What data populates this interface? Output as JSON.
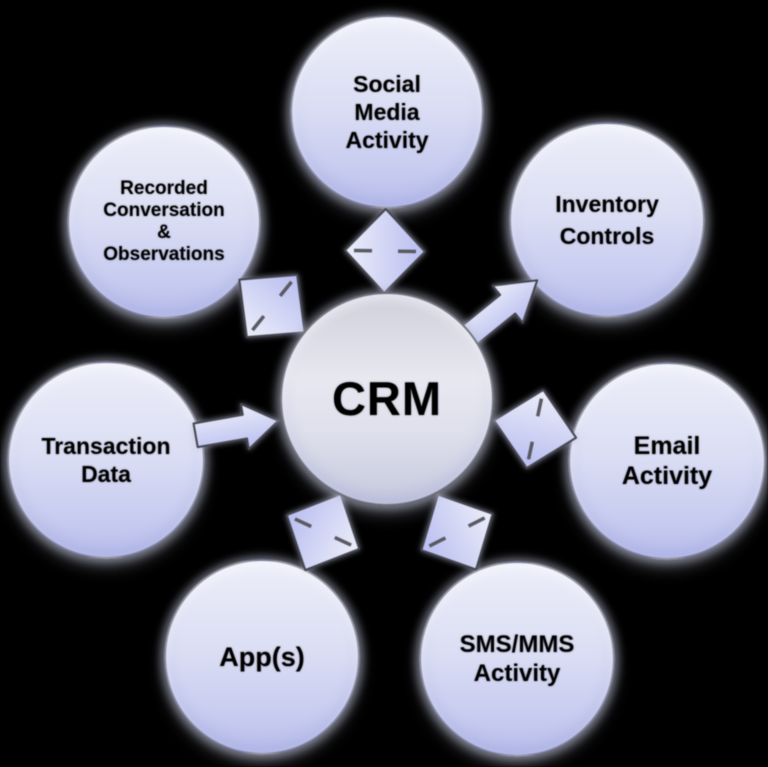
{
  "background_color": "#000000",
  "palette": {
    "node_fill_top": "#edeef9",
    "node_fill_bottom": "#babfec",
    "center_fill_top": "#d0d0dc",
    "center_fill_bottom": "#c7cade",
    "connector_fill_top": "#eceef9",
    "connector_fill_bottom": "#b8bdf0",
    "outline": "#45454f",
    "text": "#000000"
  },
  "center": {
    "id": "crm",
    "label": "CRM"
  },
  "nodes": [
    {
      "id": "social-media-activity",
      "label": "Social Media Activity",
      "lines": [
        "Social",
        "Media",
        "Activity"
      ]
    },
    {
      "id": "recorded-conversation-observations",
      "label": "Recorded Conversation & Observations",
      "lines": [
        "Recorded",
        "Conversation",
        "&",
        "Observations"
      ]
    },
    {
      "id": "inventory-controls",
      "label": "Inventory Controls",
      "lines": [
        "Inventory",
        "Controls"
      ]
    },
    {
      "id": "transaction-data",
      "label": "Transaction Data",
      "lines": [
        "Transaction",
        "Data"
      ]
    },
    {
      "id": "email-activity",
      "label": "Email Activity",
      "lines": [
        "Email",
        "Activity"
      ]
    },
    {
      "id": "apps",
      "label": "App(s)",
      "lines": [
        "App(s)"
      ]
    },
    {
      "id": "sms-mms-activity",
      "label": "SMS/MMS Activity",
      "lines": [
        "SMS/MMS",
        "Activity"
      ]
    }
  ],
  "connectors": [
    {
      "from": "crm",
      "to": "social-media-activity",
      "type": "double-headed-arrow"
    },
    {
      "from": "crm",
      "to": "recorded-conversation-observations",
      "type": "double-headed-arrow"
    },
    {
      "from": "crm",
      "to": "inventory-controls",
      "type": "single-arrow-outward"
    },
    {
      "from": "transaction-data",
      "to": "crm",
      "type": "single-arrow-inward"
    },
    {
      "from": "crm",
      "to": "email-activity",
      "type": "double-headed-arrow"
    },
    {
      "from": "crm",
      "to": "apps",
      "type": "double-headed-arrow"
    },
    {
      "from": "crm",
      "to": "sms-mms-activity",
      "type": "double-headed-arrow"
    }
  ]
}
